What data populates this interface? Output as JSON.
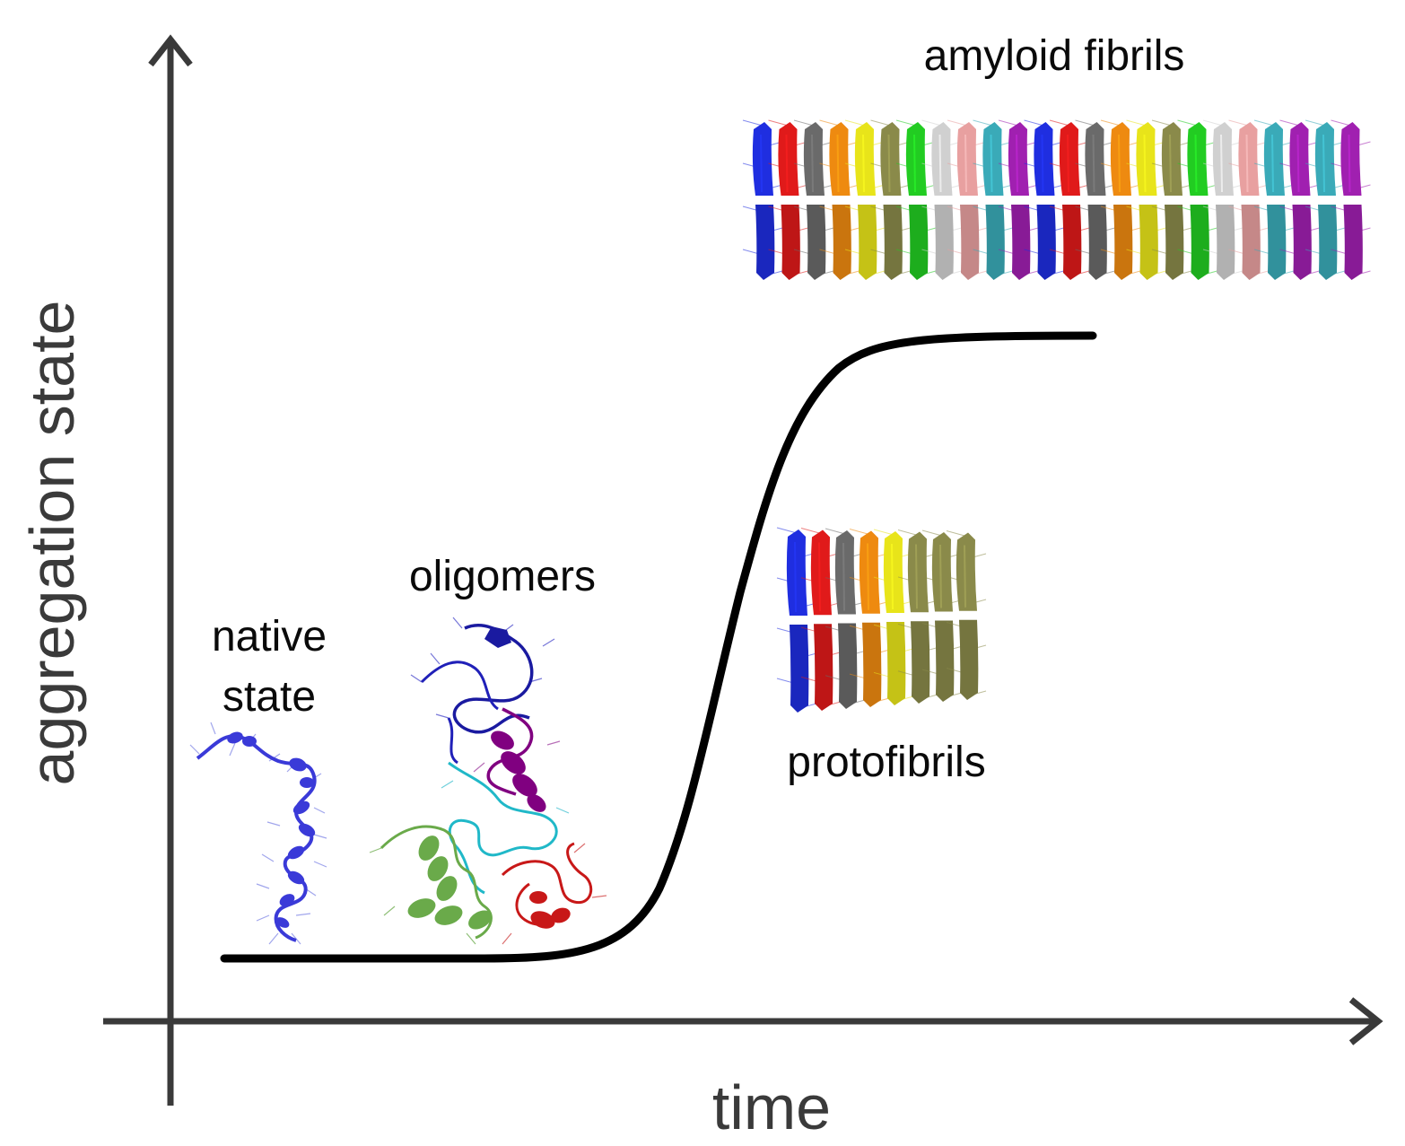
{
  "axes": {
    "y_label": "aggregation state",
    "x_label": "time"
  },
  "stages": {
    "native": {
      "line1": "native",
      "line2": "state"
    },
    "oligomers": {
      "label": "oligomers"
    },
    "protofibrils": {
      "label": "protofibrils"
    },
    "fibrils": {
      "label": "amyloid fibrils"
    }
  },
  "colors": {
    "curve": "#000000",
    "axis": "#3a3a3a",
    "native_helix": "#3a3ad8",
    "oligomer_palette": [
      "#1a1aa0",
      "#2020b8",
      "#800080",
      "#20b8c8",
      "#6aaa4a",
      "#c81818"
    ],
    "strand_palette": [
      "#1f2ee0",
      "#e01a1a",
      "#6a6a6a",
      "#ee8a10",
      "#e8e41a",
      "#8a8a4a",
      "#22cc22",
      "#d0d0d0",
      "#e8a0a0",
      "#3aaab8",
      "#a020b0"
    ]
  },
  "structures": {
    "protofibril_strand_count": 8,
    "fibril_strand_count": 24
  }
}
